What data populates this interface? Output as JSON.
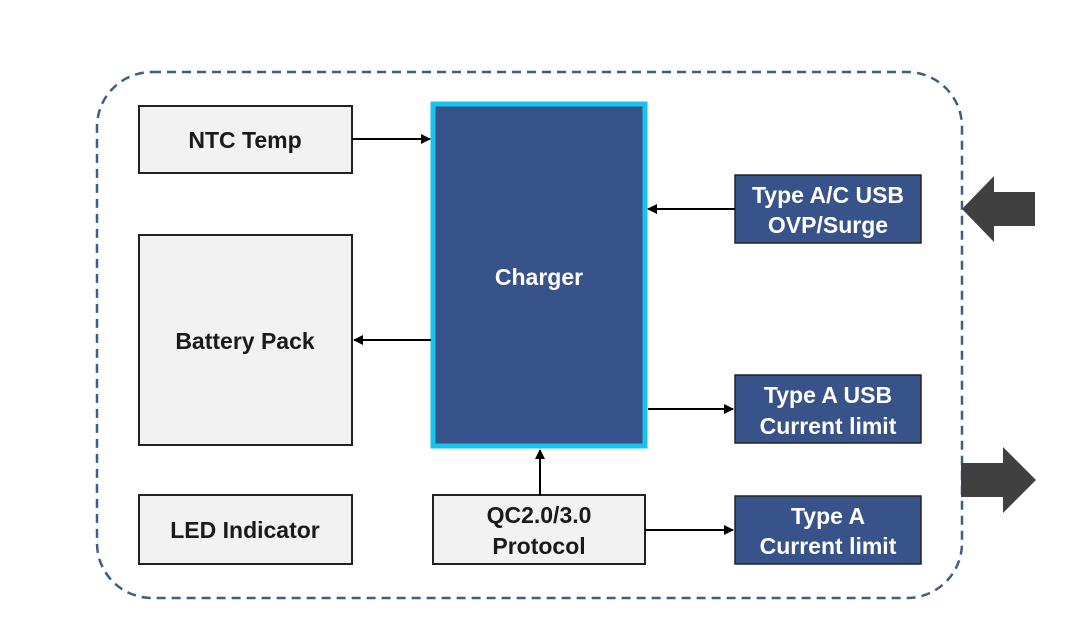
{
  "diagram": {
    "blocks": {
      "ntc_temp": "NTC Temp",
      "battery_pack": "Battery Pack",
      "led_indicator": "LED Indicator",
      "charger": "Charger",
      "qc_protocol": [
        "QC2.0/3.0",
        "Protocol"
      ],
      "type_ac_usb": [
        "Type A/C USB",
        "OVP/Surge"
      ],
      "type_a_usb": [
        "Type A USB",
        "Current limit"
      ],
      "type_a": [
        "Type A",
        "Current limit"
      ]
    },
    "colors": {
      "blue_block": "#385389",
      "charger_border": "#19c3f0",
      "gray_block": "#f2f2f2",
      "dashed_border": "#3d5d8a",
      "big_arrow": "#404040"
    }
  }
}
